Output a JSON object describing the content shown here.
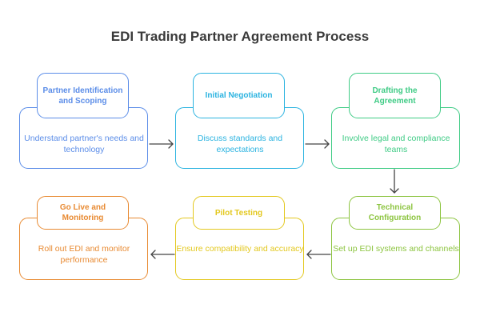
{
  "title": "EDI Trading Partner Agreement Process",
  "steps": [
    {
      "title": "Partner Identification and Scoping",
      "description": "Understand partner's needs and technology",
      "color": "#5B8DE8"
    },
    {
      "title": "Initial Negotiation",
      "description": "Discuss standards and expectations",
      "color": "#2BB3E0"
    },
    {
      "title": "Drafting the Agreement",
      "description": "Involve legal and compliance teams",
      "color": "#3FCB85"
    },
    {
      "title": "Technical Configuration",
      "description": "Set up EDI systems and channels",
      "color": "#8CC43F"
    },
    {
      "title": "Pilot Testing",
      "description": "Ensure compatibility and accuracy",
      "color": "#E3C81F"
    },
    {
      "title": "Go Live and Monitoring",
      "description": "Roll out EDI and monitor performance",
      "color": "#E88A32"
    }
  ],
  "arrow_color": "#444444"
}
